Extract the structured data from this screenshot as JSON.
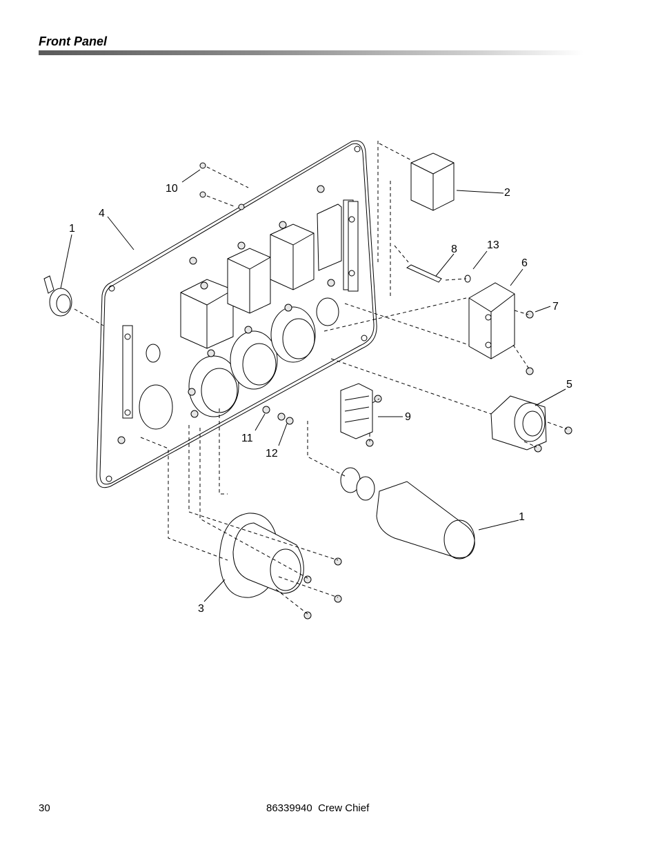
{
  "header": {
    "title": "Front Panel"
  },
  "callouts": [
    {
      "id": "c1a",
      "text": "1"
    },
    {
      "id": "c4",
      "text": "4"
    },
    {
      "id": "c10",
      "text": "10"
    },
    {
      "id": "c2",
      "text": "2"
    },
    {
      "id": "c8",
      "text": "8"
    },
    {
      "id": "c13",
      "text": "13"
    },
    {
      "id": "c6",
      "text": "6"
    },
    {
      "id": "c7",
      "text": "7"
    },
    {
      "id": "c5",
      "text": "5"
    },
    {
      "id": "c9",
      "text": "9"
    },
    {
      "id": "c11",
      "text": "11"
    },
    {
      "id": "c12",
      "text": "12"
    },
    {
      "id": "c1b",
      "text": "1"
    },
    {
      "id": "c3",
      "text": "3"
    }
  ],
  "footer": {
    "page_number": "30",
    "document": "86339940  Crew Chief"
  }
}
